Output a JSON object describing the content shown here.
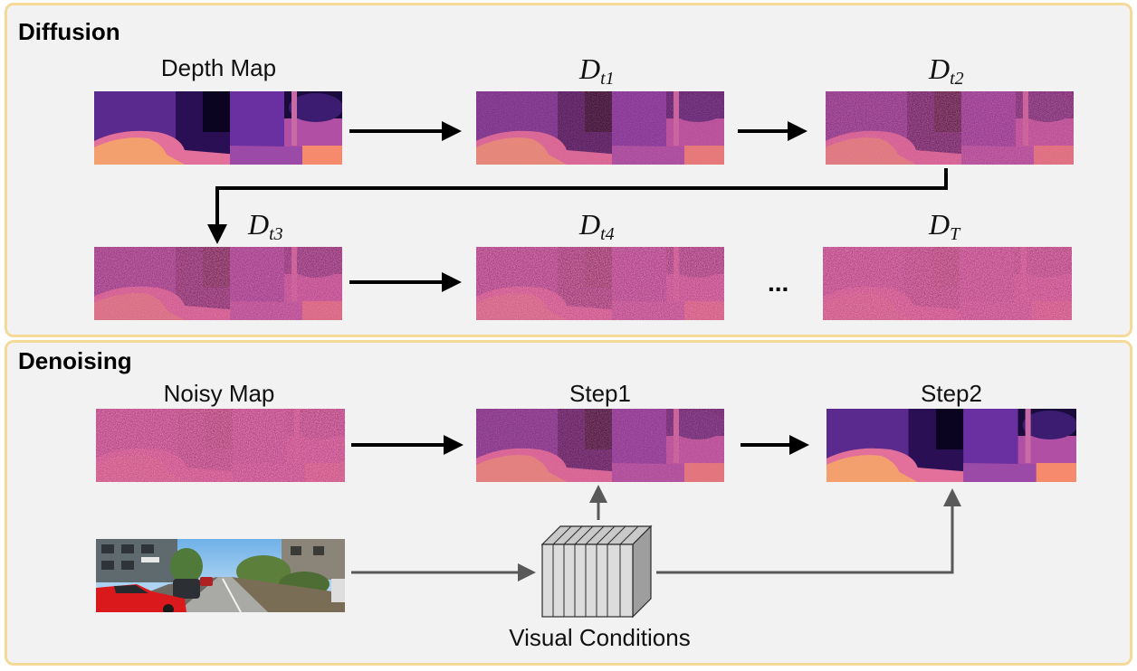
{
  "diffusion": {
    "title": "Diffusion",
    "maps": [
      {
        "label": "Depth Map",
        "noise": 0.0
      },
      {
        "label_main": "D",
        "label_sub": "t1",
        "noise": 0.3
      },
      {
        "label_main": "D",
        "label_sub": "t2",
        "noise": 0.5
      },
      {
        "label_main": "D",
        "label_sub": "t3",
        "noise": 0.65
      },
      {
        "label_main": "D",
        "label_sub": "t4",
        "noise": 0.82
      },
      {
        "label_main": "D",
        "label_sub": "T",
        "noise": 1.0
      }
    ],
    "ellipsis": "..."
  },
  "denoising": {
    "title": "Denoising",
    "noisy_label": "Noisy Map",
    "step1_label": "Step1",
    "step2_label": "Step2",
    "visual_conditions_label": "Visual Conditions"
  },
  "colors": {
    "panel_fill": "#f2f2f2",
    "panel_border": "#f5d999",
    "arrow_black": "#000000",
    "arrow_gray": "#595959",
    "noise_magenta": "#c2407a"
  }
}
